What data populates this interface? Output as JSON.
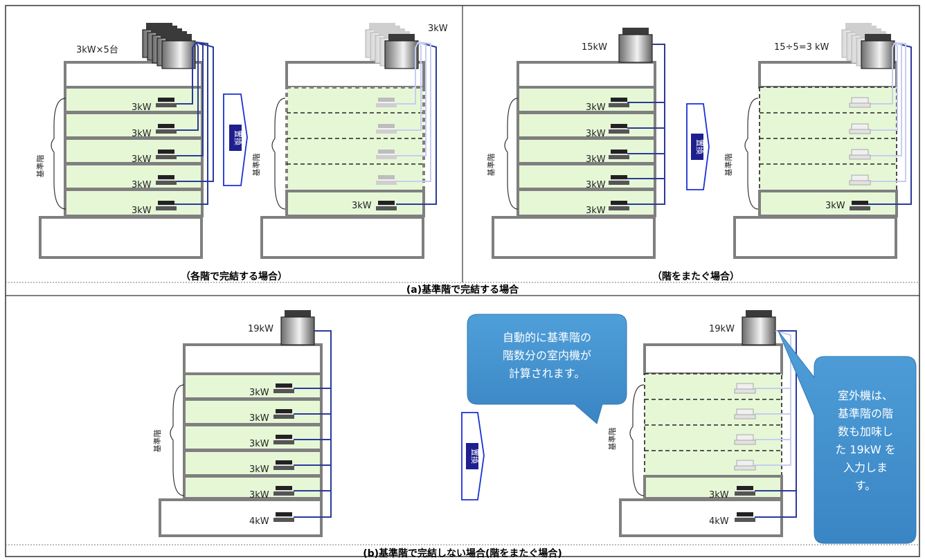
{
  "panels": {
    "a_left": {
      "caption": "（各階で完結する場合）",
      "before": {
        "outdoor_label": "3kW×5台",
        "floor_label": "基準階",
        "indoor_labels": [
          "3kW",
          "3kW",
          "3kW",
          "3kW",
          "3kW"
        ]
      },
      "replace_label": "置換",
      "after": {
        "outdoor_label": "3kW",
        "floor_label": "基準階",
        "indoor_labels": [
          "3kW"
        ]
      }
    },
    "a_right": {
      "caption": "（階をまたぐ場合）",
      "before": {
        "outdoor_label": "15kW",
        "floor_label": "基準階",
        "indoor_labels": [
          "3kW",
          "3kW",
          "3kW",
          "3kW",
          "3kW"
        ]
      },
      "replace_label": "置換",
      "after": {
        "outdoor_label": "15÷5=3 kW",
        "floor_label": "基準階",
        "indoor_labels": [
          "3kW"
        ]
      }
    },
    "section_a_title": "(a)基準階で完結する場合",
    "b": {
      "before": {
        "outdoor_label": "19kW",
        "floor_label": "基準階",
        "indoor_labels": [
          "3kW",
          "3kW",
          "3kW",
          "3kW",
          "3kW"
        ],
        "ground_label": "4kW"
      },
      "replace_label": "置換",
      "after": {
        "outdoor_label": "19kW",
        "floor_label": "基準階",
        "indoor_labels": [
          "3kW"
        ],
        "ground_label": "4kW"
      },
      "callout_left": [
        "自動的に基準階の",
        "階数分の室内機が",
        "計算されます。"
      ],
      "callout_right": [
        "室外機は、",
        "基準階の階",
        "数も加味し",
        "た 19kW を",
        "入力しま",
        "す。"
      ]
    },
    "section_b_title": "(b)基準階で完結しない場合(階をまたぐ場合)"
  },
  "colors": {
    "floor_fill": "#e6f7d6",
    "wall": "#7f7f7f",
    "pipe": "#2a3a9a",
    "pipe_ghost": "#c7cdf0",
    "callout": "#3f8fce",
    "arrow": "#1a2fd6"
  }
}
